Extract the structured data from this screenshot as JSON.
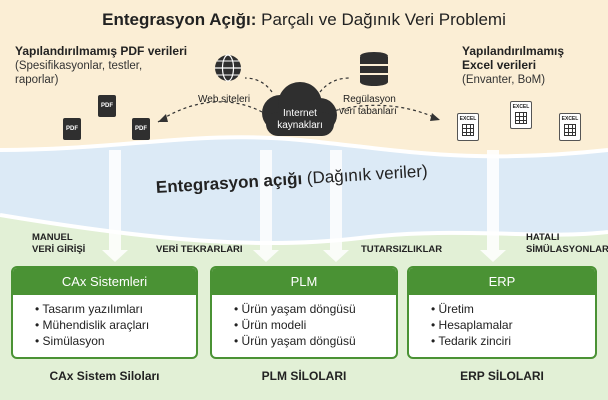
{
  "title": {
    "bold": "Entegrasyon Açığı:",
    "rest": " Parçalı ve Dağınık Veri Problemi"
  },
  "left_source": {
    "heading": "Yapılandırılmamış PDF verileri",
    "line1": "(Spesifikasyonlar, testler,",
    "line2": "raporlar)",
    "doc_label": "PDF"
  },
  "right_source": {
    "heading1": "Yapılandırılmamış",
    "heading2": "Excel verileri",
    "sub": "(Envanter, BoM)",
    "doc_label": "EXCEL"
  },
  "web_sites": "Web siteleri",
  "internet": {
    "line1": "Internet",
    "line2": "kaynakları"
  },
  "regulation": {
    "line1": "Regülasyon",
    "line2": "veri tabanları"
  },
  "gap": {
    "bold": "Entegrasyon açığı",
    "rest": " (Dağınık veriler)"
  },
  "arrow_labels": {
    "manual1": "MANUEL",
    "manual2": "VERİ GİRİŞİ",
    "repeat": "VERİ TEKRARLARI",
    "inconsistent": "TUTARSIZLIKLAR",
    "faulty1": "HATALI",
    "faulty2": "SİMÜLASYONLAR"
  },
  "boxes": [
    {
      "title": "CAx Sistemleri",
      "items": [
        "Tasarım yazılımları",
        "Mühendislik araçları",
        "Simülasyon"
      ],
      "silo": "CAx Sistem Siloları"
    },
    {
      "title": "PLM",
      "items": [
        "Ürün yaşam döngüsü",
        "Ürün modeli",
        "Ürün yaşam döngüsü"
      ],
      "silo": "PLM SİLOLARI"
    },
    {
      "title": "ERP",
      "items": [
        "Üretim",
        "Hesaplamalar",
        "Tedarik zinciri"
      ],
      "silo": "ERP SİLOLARI"
    }
  ],
  "colors": {
    "top_bg": "#fbeed5",
    "river": "#dceaf6",
    "bottom_bg": "#e2f0d6",
    "box_green": "#4a9234"
  }
}
